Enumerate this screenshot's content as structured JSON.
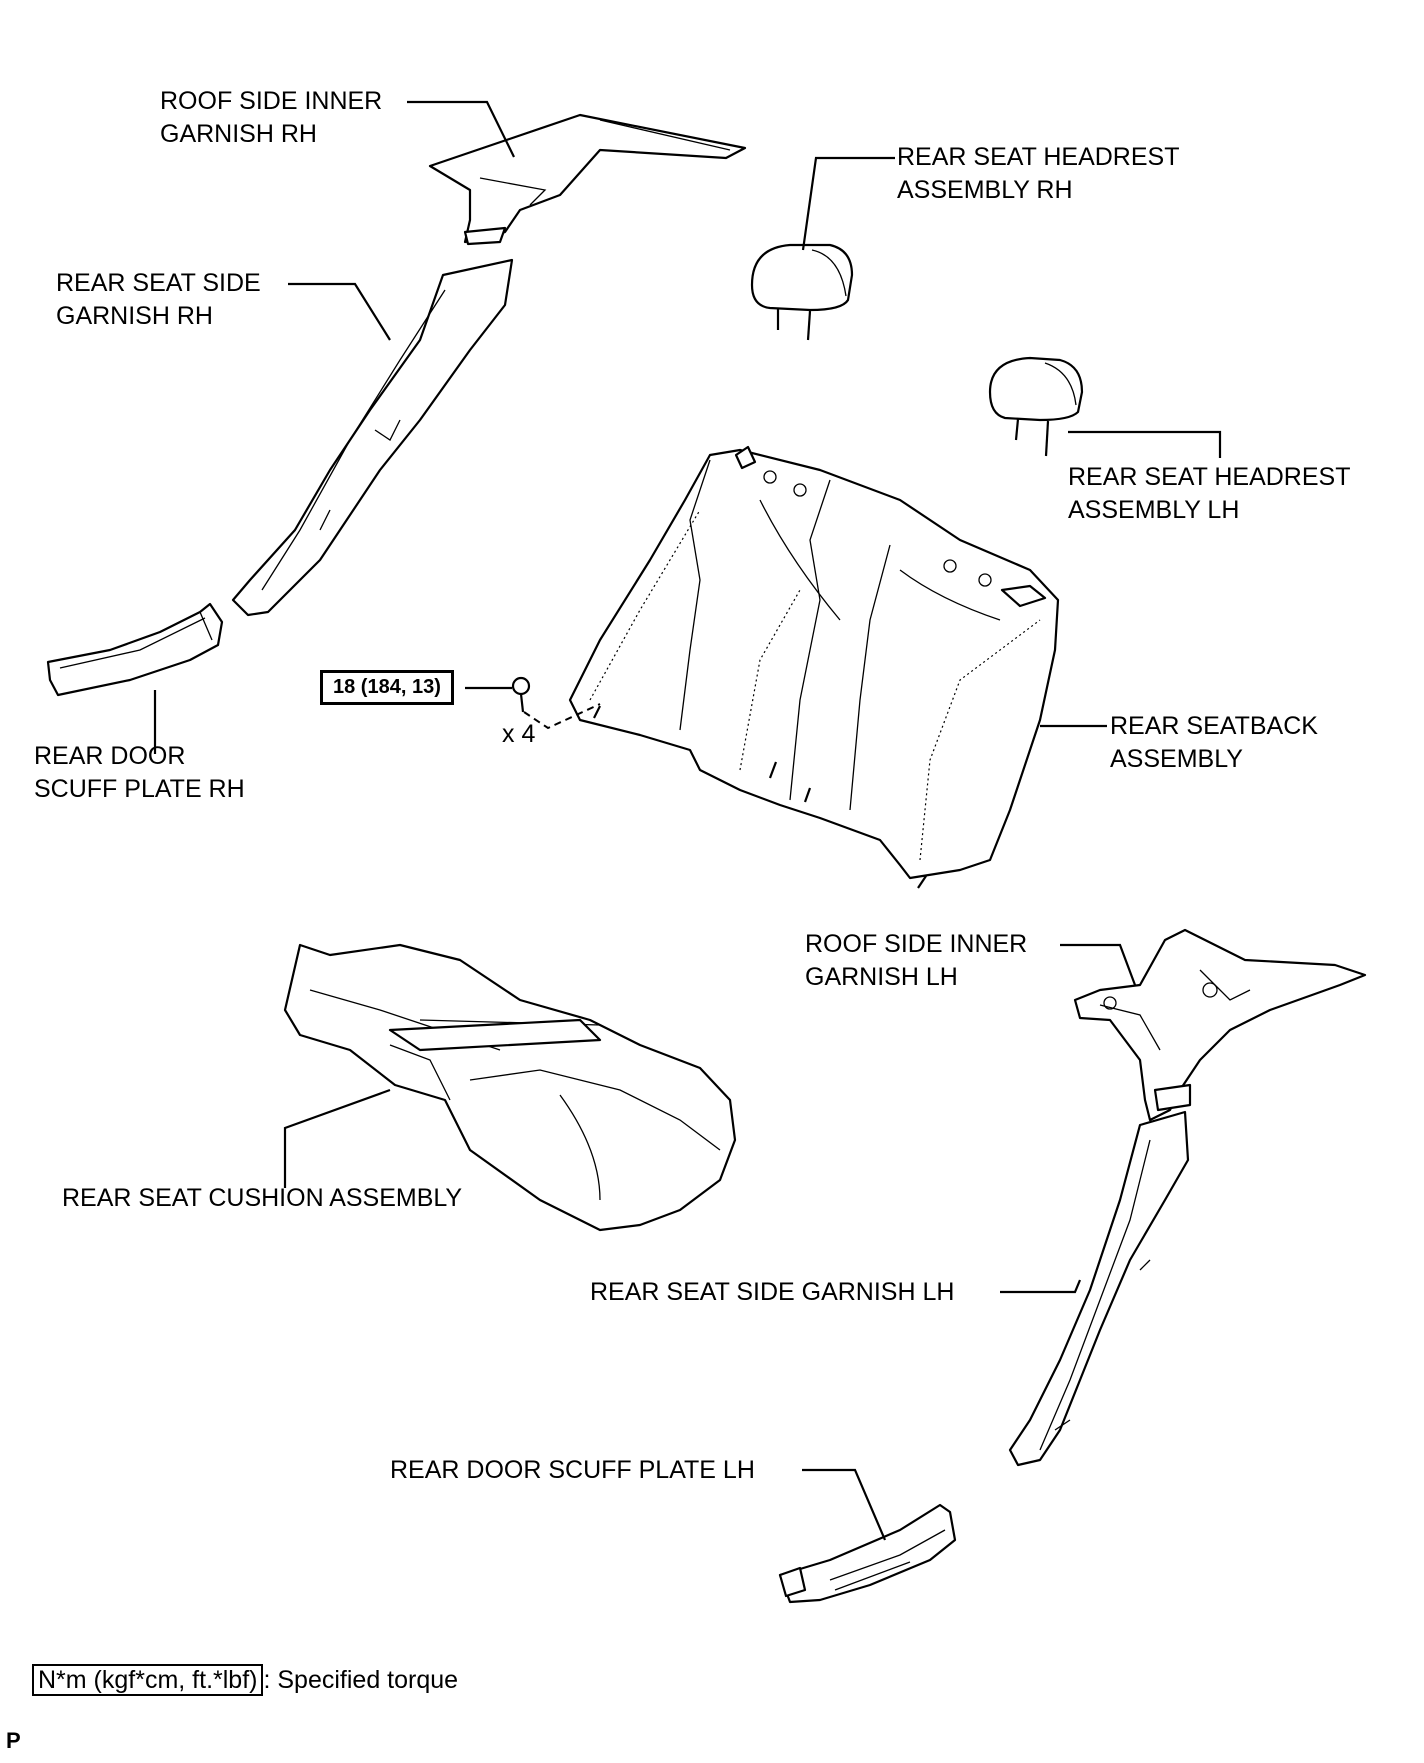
{
  "labels": {
    "roof_side_inner_garnish_rh": [
      "ROOF SIDE INNER",
      "GARNISH RH"
    ],
    "rear_seat_headrest_rh": [
      "REAR SEAT HEADREST",
      "ASSEMBLY RH"
    ],
    "rear_seat_side_garnish_rh": [
      "REAR SEAT SIDE",
      "GARNISH RH"
    ],
    "rear_seat_headrest_lh": [
      "REAR SEAT HEADREST",
      "ASSEMBLY LH"
    ],
    "rear_door_scuff_plate_rh": [
      "REAR DOOR",
      "SCUFF PLATE RH"
    ],
    "rear_seatback": [
      "REAR SEATBACK",
      "ASSEMBLY"
    ],
    "roof_side_inner_garnish_lh": [
      "ROOF SIDE INNER",
      "GARNISH LH"
    ],
    "rear_seat_cushion": "REAR SEAT CUSHION ASSEMBLY",
    "rear_seat_side_garnish_lh": "REAR SEAT SIDE GARNISH LH",
    "rear_door_scuff_plate_lh": "REAR DOOR SCUFF PLATE LH"
  },
  "torque": {
    "value": "18 (184, 13)",
    "quantity": "x 4"
  },
  "legend": {
    "box_text": "N*m (kgf*cm, ft.*lbf)",
    "text": ": Specified torque"
  },
  "page_marker": "P"
}
